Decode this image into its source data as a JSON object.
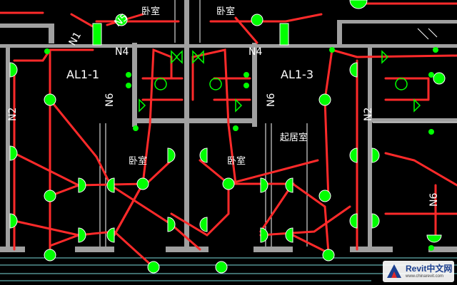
{
  "drawing": {
    "colors": {
      "background": "#000000",
      "wall": "#a0a0a0",
      "wire": "#ff2a2a",
      "fixture_fill": "#00ff00",
      "fixture_outline": "#ffffff",
      "annotation": "#ffffff",
      "balcony_line": "#7ad7d7"
    },
    "labels": {
      "circuit_n1": "N1",
      "circuit_n5": "N5",
      "circuit_n4_left": "N4",
      "circuit_n4_right": "N4",
      "circuit_n6_left": "N6",
      "circuit_n6_mid": "N6",
      "circuit_n2_left": "N2",
      "circuit_n2_right": "N2",
      "circuit_n6_right": "N6",
      "panel_al1_1": "AL1-1",
      "panel_al1_3": "AL1-3",
      "room_bedroom_top_left": "卧室",
      "room_bedroom_top_right": "卧室",
      "room_bedroom_left": "卧室",
      "room_bedroom_right": "卧室",
      "room_living": "起居室"
    }
  },
  "watermark": {
    "name": "Revit中文网",
    "url": "www.chinarevit.com"
  }
}
